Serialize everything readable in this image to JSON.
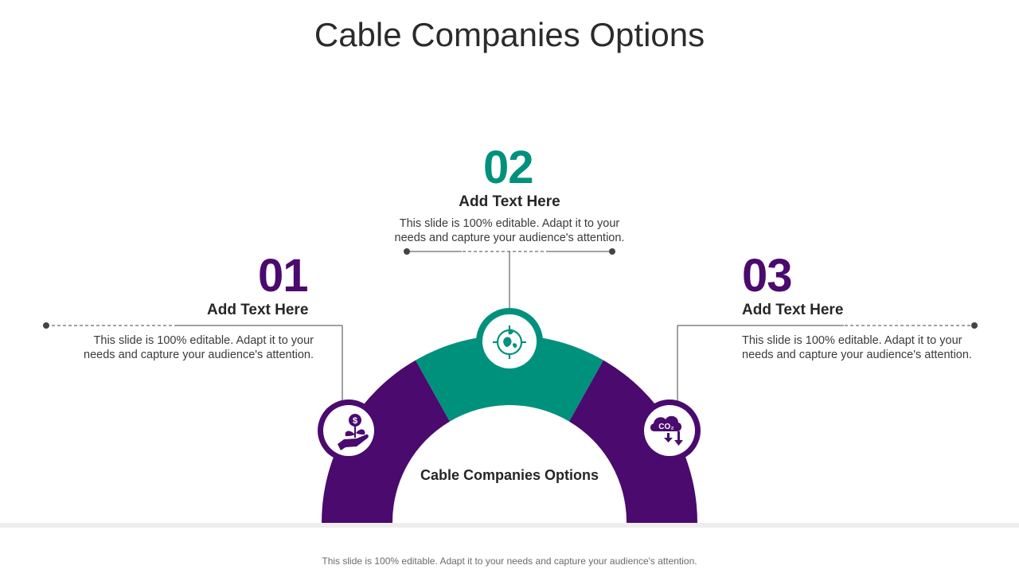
{
  "title": "Cable Companies Options",
  "colors": {
    "purple": "#4a0a6e",
    "teal": "#00917d",
    "dark": "#262626",
    "line": "#444444"
  },
  "center_label": "Cable Companies Options",
  "items": [
    {
      "number": "01",
      "heading": "Add Text Here",
      "description": "This slide is 100% editable. Adapt it to your needs and capture your audience's attention.",
      "icon": "money-plant-hand-icon",
      "color": "#4a0a6e"
    },
    {
      "number": "02",
      "heading": "Add Text Here",
      "description": "This slide is 100% editable. Adapt it to your needs and capture your audience's attention.",
      "icon": "eco-globe-target-icon",
      "color": "#00917d"
    },
    {
      "number": "03",
      "heading": "Add Text Here",
      "description": "This slide is 100% editable. Adapt it to your needs and capture your audience's attention.",
      "icon": "co2-reduction-icon",
      "color": "#4a0a6e"
    }
  ],
  "footer": "This slide is 100% editable. Adapt it to your needs and capture your audience's attention."
}
